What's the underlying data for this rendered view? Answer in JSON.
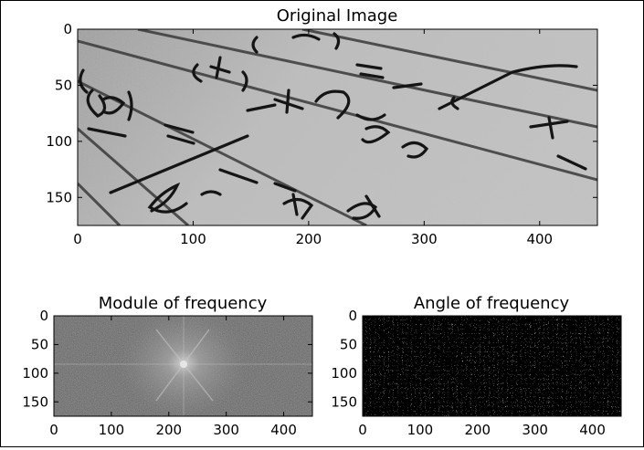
{
  "chart_data": [
    {
      "type": "heatmap",
      "title": "Original Image",
      "xlim": [
        0,
        450
      ],
      "ylim": [
        175,
        0
      ],
      "x_ticks": [
        "0",
        "100",
        "200",
        "300",
        "400"
      ],
      "y_ticks": [
        "0",
        "50",
        "100",
        "150"
      ],
      "x_tick_values": [
        0,
        100,
        200,
        300,
        400
      ],
      "y_tick_values": [
        0,
        50,
        100,
        150
      ],
      "colormap": "grayscale",
      "content": "photograph of handwritten math notation on lined paper"
    },
    {
      "type": "heatmap",
      "title": "Module of frequency",
      "xlim": [
        0,
        450
      ],
      "ylim": [
        175,
        0
      ],
      "x_ticks": [
        "0",
        "100",
        "200",
        "300",
        "400"
      ],
      "y_ticks": [
        "0",
        "50",
        "100",
        "150"
      ],
      "x_tick_values": [
        0,
        100,
        200,
        300,
        400
      ],
      "y_tick_values": [
        0,
        50,
        100,
        150
      ],
      "colormap": "grayscale",
      "content": "log magnitude spectrum with bright centre and diagonal cross"
    },
    {
      "type": "heatmap",
      "title": "Angle of frequency",
      "xlim": [
        0,
        450
      ],
      "ylim": [
        175,
        0
      ],
      "x_ticks": [
        "0",
        "100",
        "200",
        "300",
        "400"
      ],
      "y_ticks": [
        "0",
        "50",
        "100",
        "150"
      ],
      "x_tick_values": [
        0,
        100,
        200,
        300,
        400
      ],
      "y_tick_values": [
        0,
        50,
        100,
        150
      ],
      "colormap": "grayscale",
      "content": "phase spectrum, noise-like"
    }
  ]
}
